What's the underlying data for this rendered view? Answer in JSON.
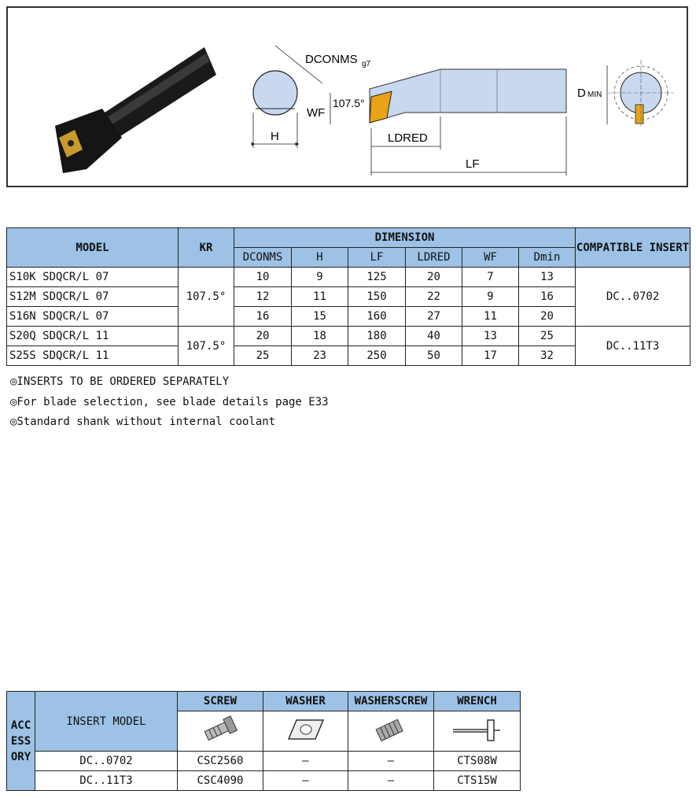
{
  "drawing": {
    "labels": {
      "dconms": "DCONMS",
      "dconms_sub": "g7",
      "angle": "107.5°",
      "wf": "WF",
      "h": "H",
      "ldred": "LDRED",
      "lf": "LF",
      "dmin": "D",
      "dmin_sub": "MIN"
    }
  },
  "main_table": {
    "headers": {
      "model": "MODEL",
      "kr": "KR",
      "dimension": "DIMENSION",
      "compatible_insert": "COMPATIBLE INSERT",
      "sub": [
        "DCONMS",
        "H",
        "LF",
        "LDRED",
        "WF",
        "Dmin"
      ]
    },
    "rows": [
      {
        "model": "S10K SDQCR/L 07",
        "kr": "107.5°",
        "dims": [
          "10",
          "9",
          "125",
          "20",
          "7",
          "13"
        ],
        "insert": "DC..0702"
      },
      {
        "model": "S12M SDQCR/L 07",
        "kr": "107.5°",
        "dims": [
          "12",
          "11",
          "150",
          "22",
          "9",
          "16"
        ],
        "insert": "DC..0702"
      },
      {
        "model": "S16N SDQCR/L 07",
        "kr": "107.5°",
        "dims": [
          "16",
          "15",
          "160",
          "27",
          "11",
          "20"
        ],
        "insert": "DC..0702"
      },
      {
        "model": "S20Q SDQCR/L 11",
        "kr": "107.5°",
        "dims": [
          "20",
          "18",
          "180",
          "40",
          "13",
          "25"
        ],
        "insert": "DC..11T3"
      },
      {
        "model": "S25S SDQCR/L 11",
        "kr": "107.5°",
        "dims": [
          "25",
          "23",
          "250",
          "50",
          "17",
          "32"
        ],
        "insert": "DC..11T3"
      }
    ]
  },
  "notes": [
    "◎INSERTS TO BE ORDERED SEPARATELY",
    "◎For blade selection, see blade details page E33",
    "◎Standard shank without internal coolant"
  ],
  "accessory_table": {
    "side_label": [
      "ACC",
      "ESS",
      "ORY"
    ],
    "headers": {
      "insert_model": "INSERT MODEL",
      "screw": "SCREW",
      "washer": "WASHER",
      "washerscrew": "WASHERSCREW",
      "wrench": "WRENCH"
    },
    "icons": [
      "screw-icon",
      "washer-icon",
      "washer-screw-icon",
      "wrench-icon"
    ],
    "rows": [
      {
        "insert_model": "DC..0702",
        "screw": "CSC2560",
        "washer": "—",
        "washerscrew": "—",
        "wrench": "CTS08W"
      },
      {
        "insert_model": "DC..11T3",
        "screw": "CSC4090",
        "washer": "—",
        "washerscrew": "—",
        "wrench": "CTS15W"
      }
    ]
  },
  "colors": {
    "header_blue": "#9dc2e6",
    "tool_body_blue": "#c8d8ef",
    "insert_gold": "#e8a317"
  }
}
